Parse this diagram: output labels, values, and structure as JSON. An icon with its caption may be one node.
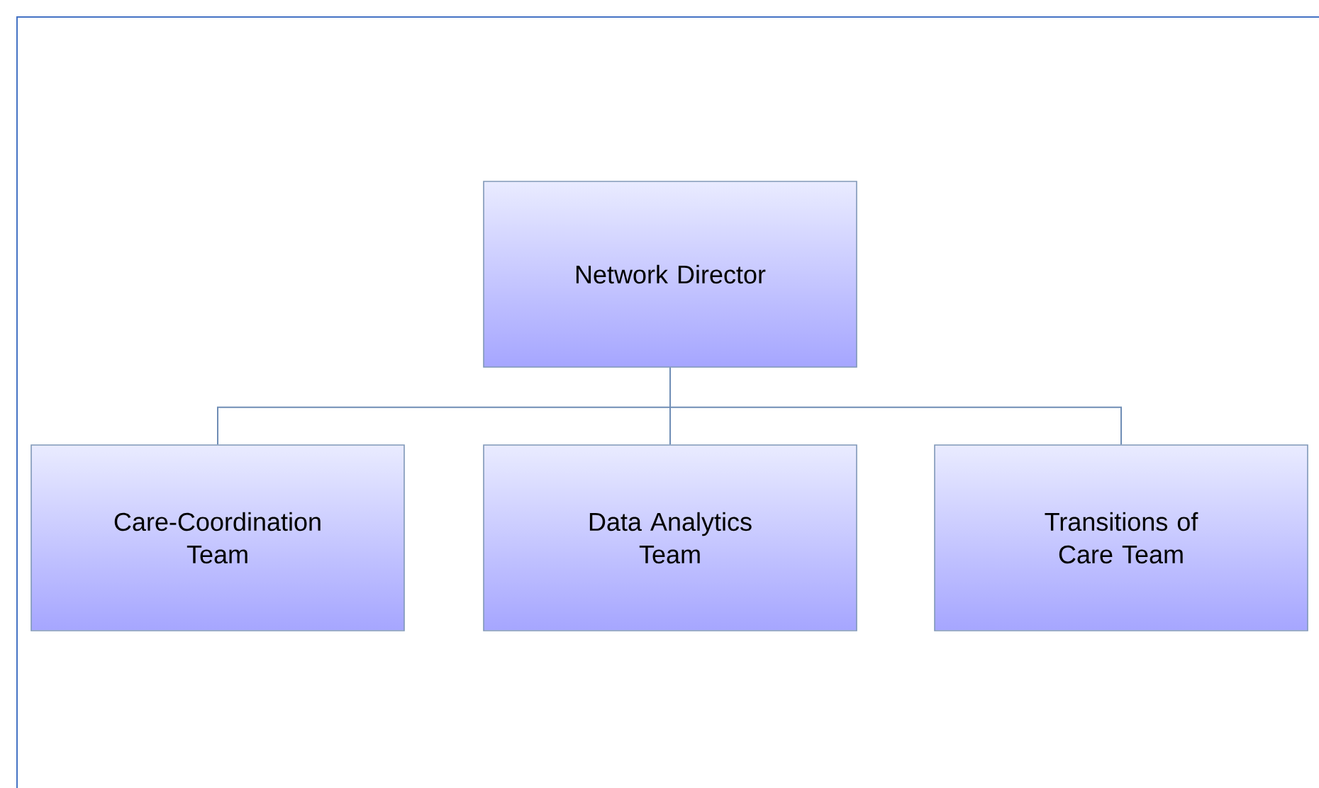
{
  "diagram": {
    "nodes": [
      {
        "text": [
          "Network Director"
        ]
      },
      {
        "text": [
          "Care-Coordination Team"
        ]
      },
      {
        "text": [
          "Data Analytics Team"
        ]
      },
      {
        "text": [
          "Transitions of Care Team"
        ]
      }
    ],
    "edges": [
      {
        "from": 0,
        "to": 1,
        "arrow": "none"
      },
      {
        "from": 0,
        "to": 2,
        "arrow": "none"
      },
      {
        "from": 0,
        "to": 3,
        "arrow": "none"
      }
    ]
  }
}
